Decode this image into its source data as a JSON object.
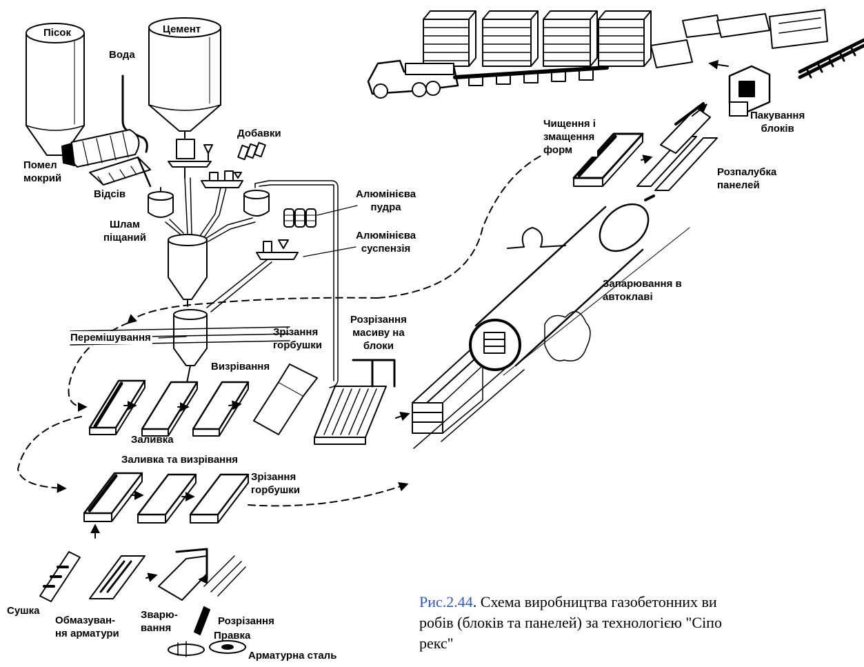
{
  "labels": {
    "pisok": "Пісок",
    "tsement": "Цемент",
    "voda": "Вода",
    "dobavky": "Добавки",
    "pomel": "Помел\nмокрий",
    "vidsiv": "Відсів",
    "shlam": "Шлам\nпіщаний",
    "al_pudra": "Алюмінієва\nпудра",
    "al_suspenziia": "Алюмінієва\nсуспензія",
    "peremishuvannia": "Перемішування",
    "zrizannia_1": "Зрізання\nгорбушки",
    "vyzrivannia": "Визрівання",
    "zalyvka": "Заливка",
    "rozrizannia_masyvu": "Розрізання\nмасиву на\nблоки",
    "zaparuvannia": "Запарювання в\nавтоклаві",
    "chyshchennia": "Чищення і\nзмащення\nформ",
    "rozpalubka": "Розпалубка\nпанелей",
    "pakuvannia": "Пакування\nблоків",
    "zalyvka_vyzrivannia": "Заливка та визрівання",
    "zrizannia_2": "Зрізання\nгорбушки",
    "sushka": "Сушка",
    "obmazuvannia": "Обмазуван-\nня арматури",
    "zvariuvannia": "Зварю-\nвання",
    "rozrizannia": "Розрізання",
    "pravka": "Правка",
    "armaturna_stal": "Арматурна сталь"
  },
  "caption": {
    "ref": "Рис.2.44",
    "line1": ". Схема виробництва газобетонних ви",
    "line2": "робів (блоків та панелей) за технологією \"Сіпо",
    "line3": "рекс\""
  },
  "colors": {
    "ink": "#000000",
    "caption_ref": "#2a56c6"
  }
}
